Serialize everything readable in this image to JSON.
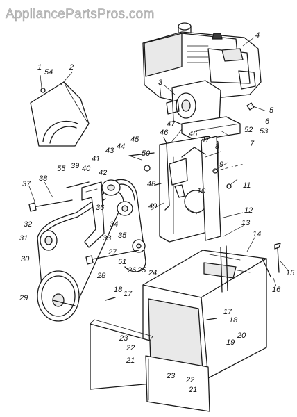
{
  "watermark": "AppliancePartsPros.com",
  "labels": {
    "l1": "1",
    "l2": "2",
    "l3": "3",
    "l4": "4",
    "l5": "5",
    "l6": "6",
    "l7": "7",
    "l8": "8",
    "l9": "9",
    "l10": "10",
    "l11": "11",
    "l12": "12",
    "l13": "13",
    "l14": "14",
    "l15": "15",
    "l16": "16",
    "l17a": "17",
    "l17b": "17",
    "l18a": "18",
    "l18b": "18",
    "l19": "19",
    "l20": "20",
    "l21a": "21",
    "l21b": "21",
    "l22a": "22",
    "l22b": "22",
    "l23a": "23",
    "l23b": "23",
    "l24": "24",
    "l25": "25",
    "l26": "26",
    "l27": "27",
    "l28": "28",
    "l29": "29",
    "l30": "30",
    "l31": "31",
    "l32": "32",
    "l33": "33",
    "l34": "34",
    "l35": "35",
    "l36": "36",
    "l37": "37",
    "l38": "38",
    "l39": "39",
    "l40": "40",
    "l41": "41",
    "l42": "42",
    "l43": "43",
    "l44": "44",
    "l45": "45",
    "l46a": "46",
    "l46b": "46",
    "l47a": "47",
    "l47b": "47",
    "l48": "48",
    "l49": "49",
    "l50": "50",
    "l51": "51",
    "l52": "52",
    "l53": "53",
    "l54": "54",
    "l55": "55"
  }
}
